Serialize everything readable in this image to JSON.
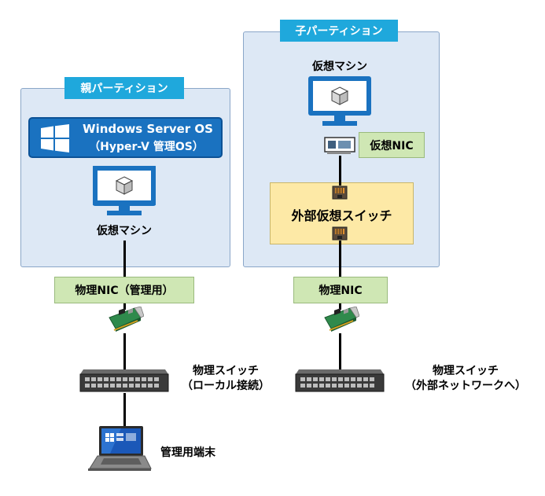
{
  "parent_partition": {
    "label": "親パーティション",
    "os_title": "Windows Server OS",
    "os_subtitle": "（Hyper-V 管理OS）",
    "vm_label": "仮想マシン"
  },
  "child_partition": {
    "label": "子パーティション",
    "vm_label": "仮想マシン",
    "virtual_nic_label": "仮想NIC",
    "external_switch_label": "外部仮想スイッチ"
  },
  "left_physical_nic": "物理NIC（管理用）",
  "right_physical_nic": "物理NIC",
  "left_switch": {
    "line1": "物理スイッチ",
    "line2": "（ローカル接続）"
  },
  "right_switch": {
    "line1": "物理スイッチ",
    "line2": "（外部ネットワークへ）"
  },
  "terminal_label": "管理用端末",
  "colors": {
    "partition_label_bg": "#1fa8dc",
    "partition_bg": "#dde8f5",
    "os_box_bg": "#1a72c0",
    "monitor_blue": "#1a72c0",
    "nic_box_bg": "#cfe7b4",
    "vswitch_bg": "#fde9a6"
  }
}
